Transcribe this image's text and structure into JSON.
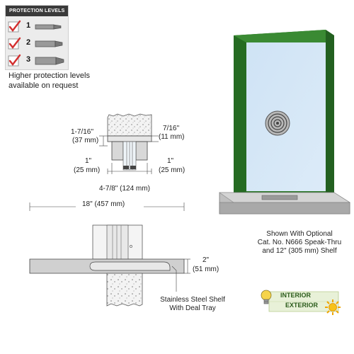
{
  "protection": {
    "header": "PROTECTION LEVELS",
    "levels": [
      "1",
      "2",
      "3"
    ],
    "note_line1": "Higher protection levels",
    "note_line2": "available on request"
  },
  "top_detail": {
    "dim_left_in": "1-7/16''",
    "dim_left_mm": "(37 mm)",
    "dim_right_in": "7/16''",
    "dim_right_mm": "(11 mm)",
    "dim_lower_left_in": "1\"",
    "dim_lower_left_mm": "(25 mm)",
    "dim_lower_right_in": "1\"",
    "dim_lower_right_mm": "(25 mm)",
    "dim_width": "4-7/8\" (124 mm)"
  },
  "shelf_detail": {
    "dim_width": "18\" (457 mm)",
    "dim_height_in": "2\"",
    "dim_height_mm": "(51 mm)",
    "label_line1": "Stainless Steel Shelf",
    "label_line2": "With Deal Tray"
  },
  "caption": {
    "line1": "Shown With Optional",
    "line2": "Cat. No. N666 Speak-Thru",
    "line3": "and 12\" (305 mm) Shelf"
  },
  "badge": {
    "interior": "INTERIOR",
    "exterior": "EXTERIOR"
  },
  "colors": {
    "frame_green": "#2f7a2a",
    "glass": "#cfe3f5",
    "check_red": "#d32f2f",
    "shelf_gray": "#bfbfbf"
  }
}
